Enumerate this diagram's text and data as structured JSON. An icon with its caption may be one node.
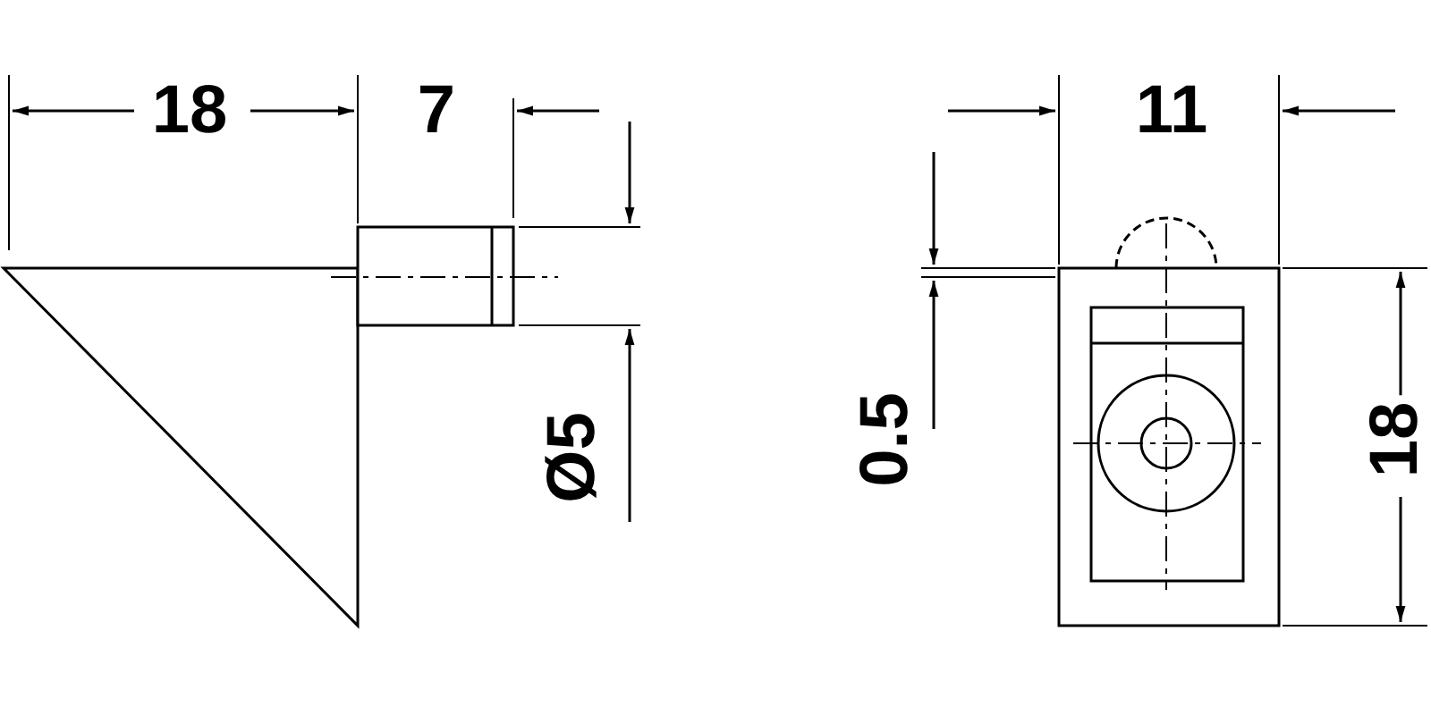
{
  "diagram": {
    "labels": [
      "18",
      "7",
      "Ø5",
      "11",
      "0.5",
      "18"
    ]
  }
}
